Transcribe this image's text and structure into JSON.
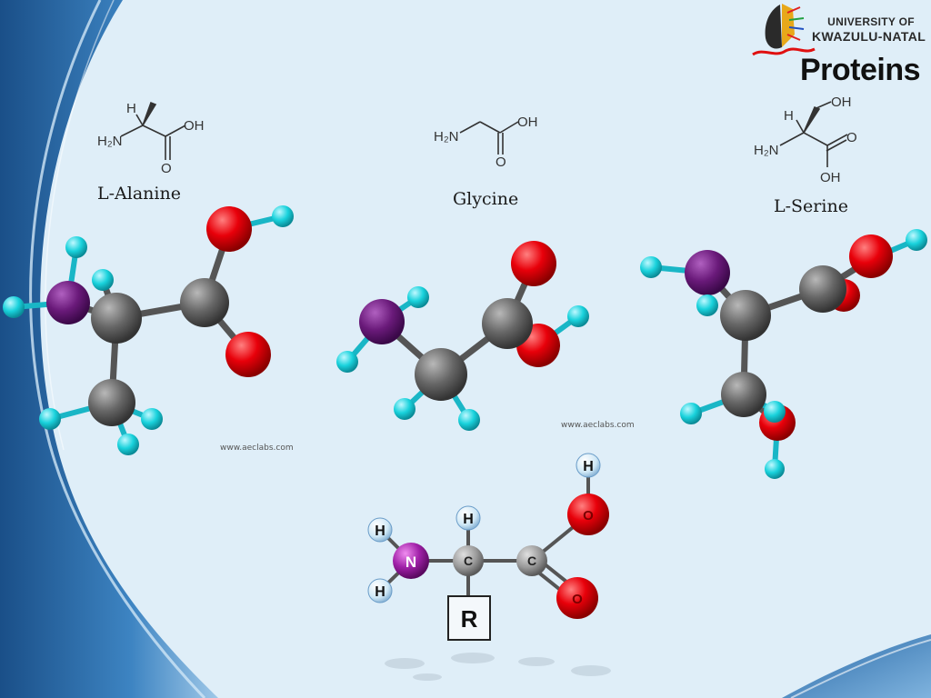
{
  "header": {
    "logo": {
      "line1": "UNIVERSITY OF",
      "line2": "KWAZULU-NATAL",
      "emblem": "ukzn-shield-emblem"
    },
    "title": "Proteins"
  },
  "molecules": [
    {
      "id": "alanine",
      "name": "L-Alanine",
      "formula_labels": [
        "H",
        "H₂N",
        "OH",
        "O"
      ]
    },
    {
      "id": "glycine",
      "name": "Glycine",
      "formula_labels": [
        "H₂N",
        "OH",
        "O"
      ]
    },
    {
      "id": "serine",
      "name": "L-Serine",
      "formula_labels": [
        "H",
        "OH",
        "H₂N",
        "O",
        "OH"
      ]
    }
  ],
  "watermarks": [
    "www.aeclabs.com",
    "www.aeclabs.com"
  ],
  "generic_amino_acid": {
    "atoms": [
      "H",
      "H",
      "N",
      "H",
      "C",
      "C",
      "H",
      "O",
      "O",
      "R"
    ]
  },
  "colors": {
    "carbon": "#6a6a6a",
    "oxygen": "#e0000a",
    "nitrogen": "#6a1a7a",
    "hydrogen": "#19d2dc",
    "background": "#dfeef8",
    "swoosh": "#1f5f9c"
  }
}
